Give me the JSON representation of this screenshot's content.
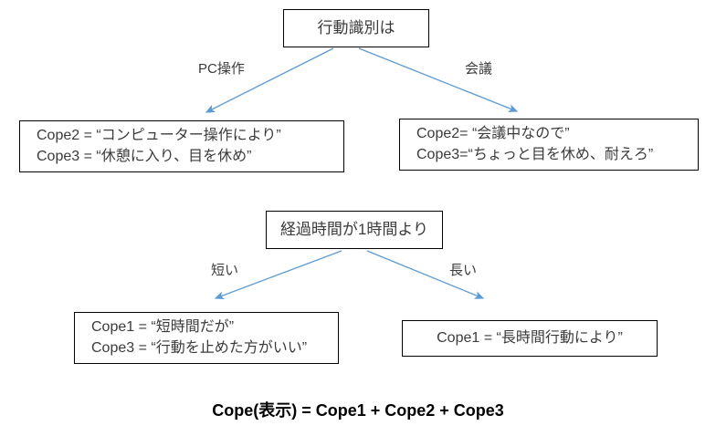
{
  "diagram": {
    "title_node": {
      "id": "root",
      "lines": [
        "行動識別は"
      ]
    },
    "nodes": [
      {
        "id": "pc-operation-result",
        "lines": [
          "Cope2 = “コンピューター操作により”",
          "Cope3 = “休憩に入り、目を休め”"
        ]
      },
      {
        "id": "meeting-result",
        "lines": [
          "Cope2= “会議中なので”",
          "Cope3=“ちょっと目を休め、耐えろ”"
        ]
      },
      {
        "id": "elapsed-time-condition",
        "lines": [
          "経過時間が1時間より"
        ]
      },
      {
        "id": "short-duration-result",
        "lines": [
          "Cope1 = “短時間だが”",
          "Cope3 = “行動を止めた方がいい”"
        ]
      },
      {
        "id": "long-duration-result",
        "lines": [
          "Cope1 = “長時間行動により”"
        ]
      }
    ],
    "edge_labels": {
      "pc_operation": "PC操作",
      "meeting": "会議",
      "short": "短い",
      "long": "長い"
    },
    "formula": "Cope(表示) = Cope1 + Cope2 + Cope3",
    "colors": {
      "arrow": "#5B9BD5",
      "box_border": "#000000",
      "text": "#3B3B3B",
      "formula_text": "#000000",
      "background": "#FFFFFF"
    }
  }
}
